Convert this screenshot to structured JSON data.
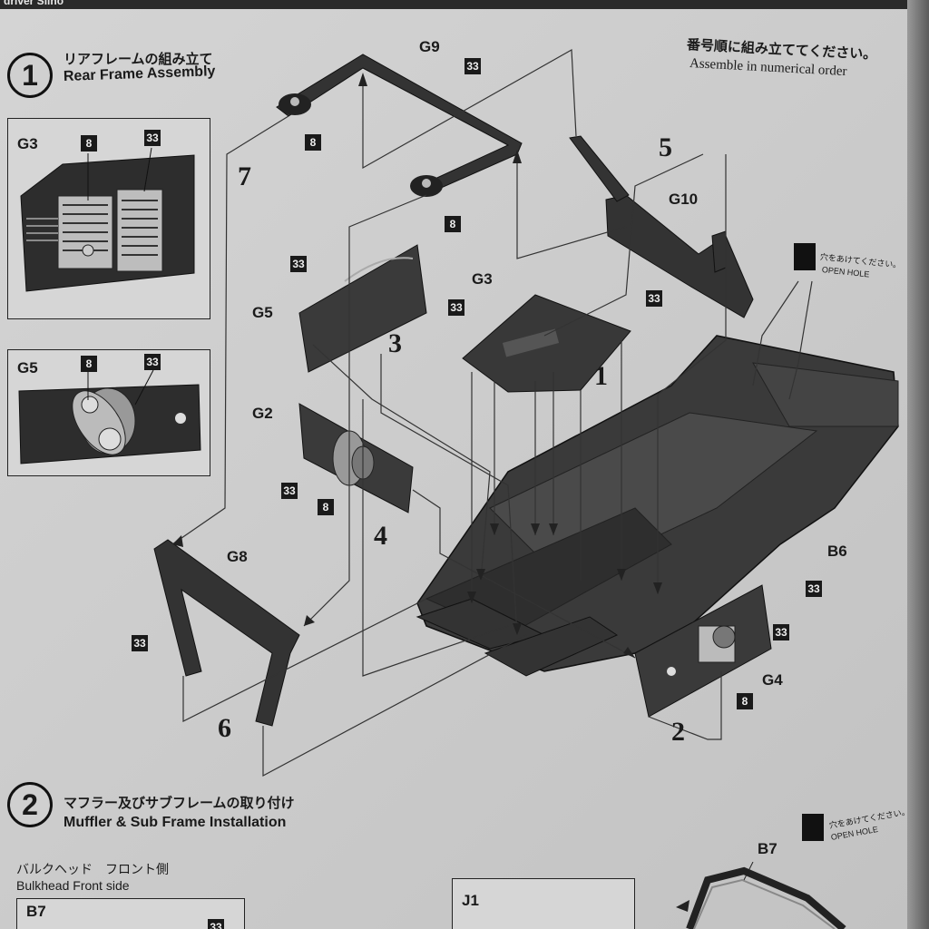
{
  "header": {
    "top_text": "driver Silho"
  },
  "step1": {
    "number": "1",
    "title_jp": "リアフレームの組み立て",
    "title_en": "Rear Frame Assembly",
    "note_jp": "番号順に組み立ててください。",
    "note_en": "Assemble in numerical order",
    "open_hole_jp": "穴をあけてください。",
    "open_hole_en": "OPEN HOLE"
  },
  "inset_g3": {
    "label": "G3",
    "badge_a": "8",
    "badge_b": "33"
  },
  "inset_g5": {
    "label": "G5",
    "badge_a": "8",
    "badge_b": "33"
  },
  "parts": {
    "g9": "G9",
    "g3": "G3",
    "g5": "G5",
    "g2": "G2",
    "g8": "G8",
    "g10": "G10",
    "g4": "G4",
    "b6": "B6"
  },
  "badges": {
    "b33": "33",
    "b8": "8"
  },
  "steps": [
    "1",
    "2",
    "3",
    "4",
    "5",
    "6",
    "7"
  ],
  "step2": {
    "number": "2",
    "title_jp": "マフラー及びサブフレームの取り付け",
    "title_en": "Muffler & Sub Frame Installation",
    "bulkhead_jp": "バルクヘッド　フロント側",
    "bulkhead_en": "Bulkhead Front side",
    "open_hole_jp": "穴をあけてください。",
    "open_hole_en": "OPEN HOLE"
  },
  "step2_parts": {
    "b7_left": "B7",
    "b7_right": "B7",
    "j1": "J1",
    "badge_33": "33"
  },
  "colors": {
    "paper": "#cdcdcd",
    "ink": "#1a1a1a",
    "part_fill": "#3a3a3a"
  }
}
